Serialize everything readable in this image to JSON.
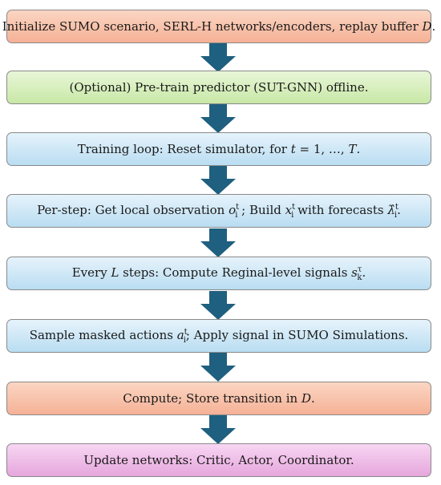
{
  "steps": [
    {
      "id": "init",
      "text_a": "Initialize SUMO scenario, SERL-H networks/encoders, replay buffer ",
      "var": "D",
      "text_b": "."
    },
    {
      "id": "pretrain",
      "text": "(Optional) Pre-train predictor (SUT-GNN) offline."
    },
    {
      "id": "training",
      "text_a": "Training loop: Reset simulator, for ",
      "var": "t",
      "text_b": " = 1, …, ",
      "var2": "T",
      "text_c": "."
    },
    {
      "id": "per_step",
      "text_a": "Per-step: Get local observation ",
      "obs": "o",
      "obs_sup": "t",
      "obs_sub": "i",
      "text_b": " ; Build ",
      "x": "x",
      "x_sup": "t",
      "x_sub": "i",
      "text_c": " with forecasts ",
      "lam": "λ̂",
      "lam_sup": "t",
      "lam_sub": "i",
      "text_d": "."
    },
    {
      "id": "every_l",
      "text_a": "Every ",
      "var": "L",
      "text_b": " steps: Compute Reginal-level signals ",
      "s": "s",
      "s_sup": "τ",
      "s_sub": "k",
      "text_c": "."
    },
    {
      "id": "sample",
      "text_a": "Sample masked actions ",
      "a": "a",
      "a_sup": "t",
      "a_sub": "i",
      "text_b": "; Apply signal in SUMO Simulations."
    },
    {
      "id": "compute",
      "text_a": "Compute; Store transition in ",
      "var": "D",
      "text_b": "."
    },
    {
      "id": "update",
      "text": "Update networks: Critic, Actor, Coordinator."
    }
  ],
  "colors": {
    "peach": "#f5b196",
    "green": "#c8e8a6",
    "blue": "#b9ddf2",
    "pink": "#e5a6dc",
    "arrow": "#1f5f7f"
  }
}
